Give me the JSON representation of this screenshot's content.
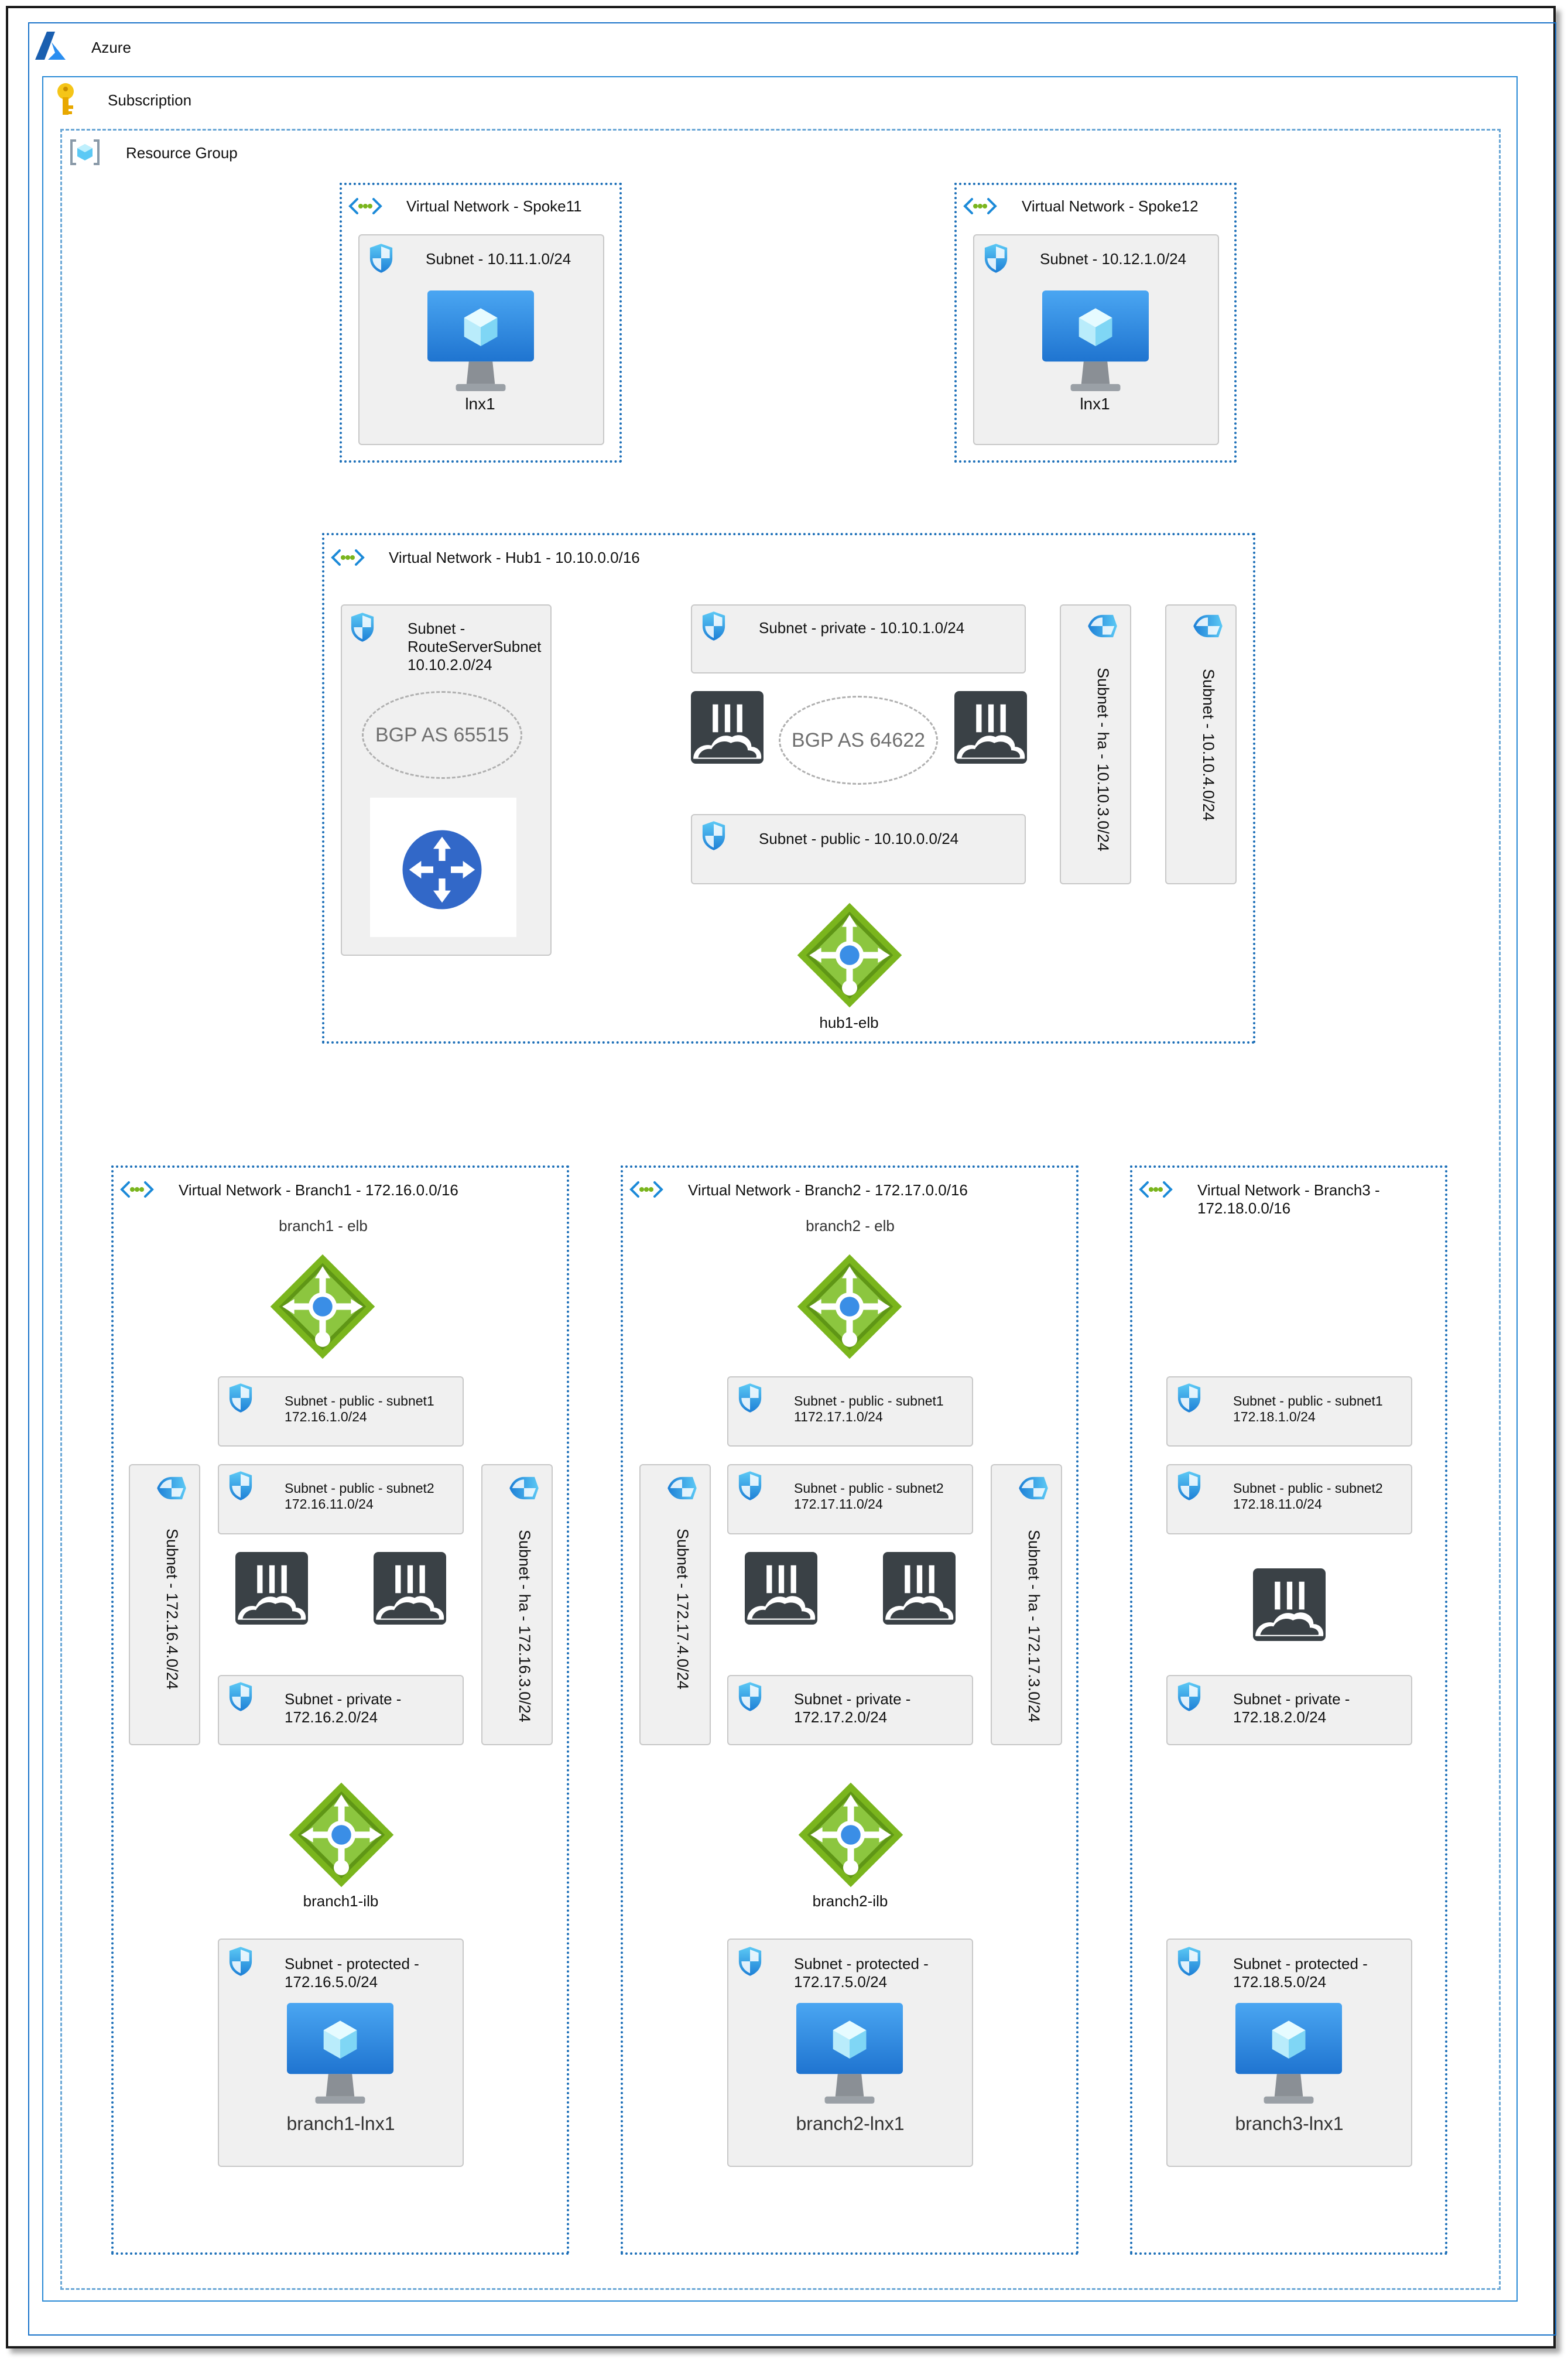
{
  "azure": {
    "label": "Azure"
  },
  "subscription": {
    "label": "Subscription"
  },
  "resource_group": {
    "label": "Resource Group"
  },
  "spoke11": {
    "vnet_label": "Virtual Network - Spoke11",
    "subnet_label": "Subnet - 10.11.1.0/24",
    "vm": "lnx1"
  },
  "spoke12": {
    "vnet_label": "Virtual Network - Spoke12",
    "subnet_label": "Subnet - 10.12.1.0/24",
    "vm": "lnx1"
  },
  "hub1": {
    "vnet_label": "Virtual Network - Hub1 - 10.10.0.0/16",
    "rs_subnet_line1": "Subnet -",
    "rs_subnet_line2": "RouteServerSubnet",
    "rs_subnet_line3": "10.10.2.0/24",
    "bgp_rs": "BGP AS 65515",
    "bgp_fw": "BGP AS 64622",
    "private_subnet": "Subnet - private - 10.10.1.0/24",
    "public_subnet": "Subnet - public - 10.10.0.0/24",
    "ha_subnet": "Subnet - ha - 10.10.3.0/24",
    "subnet_104": "Subnet  -  10.10.4.0/24",
    "elb": "hub1-elb"
  },
  "branch1": {
    "vnet_label": "Virtual Network - Branch1 - 172.16.0.0/16",
    "elb": "branch1 - elb",
    "pub1_line1": "Subnet - public - subnet1",
    "pub1_line2": "172.16.1.0/24",
    "pub2_line1": "Subnet - public - subnet2",
    "pub2_line2": "172.16.11.0/24",
    "left_subnet": "Subnet  -  172.16.4.0/24",
    "ha_subnet": "Subnet - ha - 172.16.3.0/24",
    "priv_line1": "Subnet - private -",
    "priv_line2": "172.16.2.0/24",
    "ilb": "branch1-ilb",
    "prot_line1": "Subnet - protected -",
    "prot_line2": "172.16.5.0/24",
    "vm": "branch1-lnx1"
  },
  "branch2": {
    "vnet_label": "Virtual Network - Branch2 - 172.17.0.0/16",
    "elb": "branch2 - elb",
    "pub1_line1": "Subnet - public - subnet1",
    "pub1_line2": "1172.17.1.0/24",
    "pub2_line1": "Subnet - public - subnet2",
    "pub2_line2": "172.17.11.0/24",
    "left_subnet": "Subnet  -  172.17.4.0/24",
    "ha_subnet": "Subnet - ha - 172.17.3.0/24",
    "priv_line1": "Subnet - private -",
    "priv_line2": "172.17.2.0/24",
    "ilb": "branch2-ilb",
    "prot_line1": "Subnet - protected -",
    "prot_line2": "172.17.5.0/24",
    "vm": "branch2-lnx1"
  },
  "branch3": {
    "vnet_line1": "Virtual Network - Branch3 -",
    "vnet_line2": "172.18.0.0/16",
    "pub1_line1": "Subnet - public - subnet1",
    "pub1_line2": "172.18.1.0/24",
    "pub2_line1": "Subnet - public - subnet2",
    "pub2_line2": "172.18.11.0/24",
    "priv_line1": "Subnet - private -",
    "priv_line2": "172.18.2.0/24",
    "prot_line1": "Subnet - protected -",
    "prot_line2": "172.18.5.0/24",
    "vm": "branch3-lnx1"
  },
  "icons": [
    "azure-logo-icon",
    "key-icon",
    "resource-group-icon",
    "vnet-icon",
    "subnet-shield-icon",
    "vm-monitor-icon",
    "fortigate-firewall-icon",
    "route-server-icon",
    "load-balancer-icon"
  ],
  "colors": {
    "vnet_border": "#1c6fb8",
    "subnet_bg": "#f0f0f0",
    "lb_green": "#7ab51d",
    "vm_blue": "#2f8be0",
    "fw_dark": "#3a4146"
  }
}
